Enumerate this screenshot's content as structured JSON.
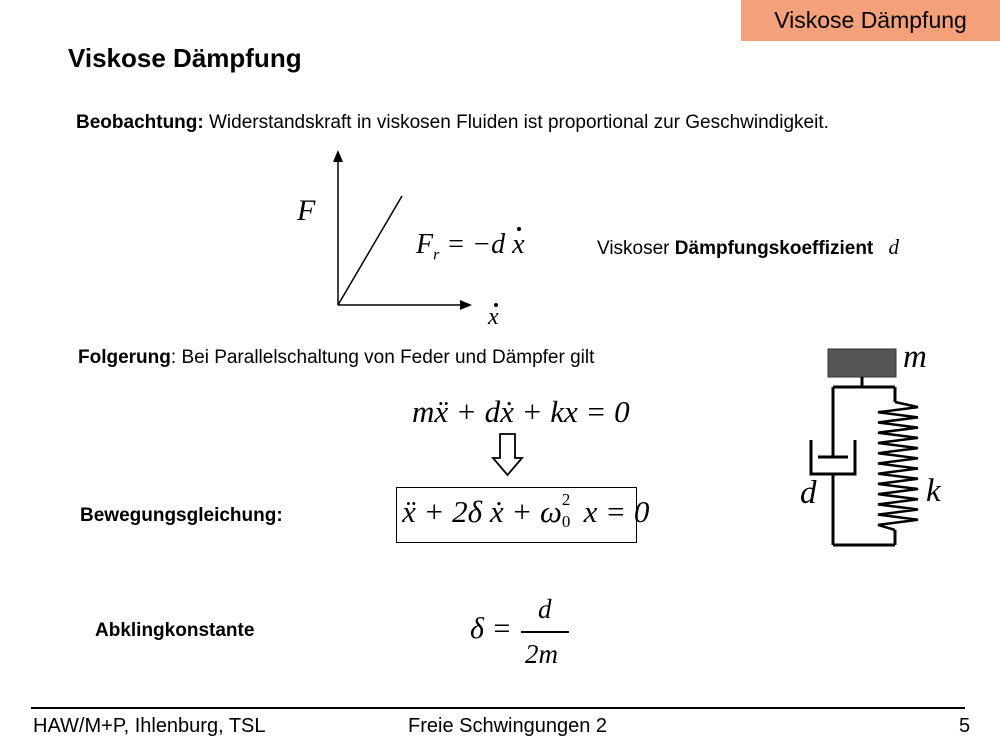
{
  "header": {
    "tag": "Viskose Dämpfung",
    "title": "Viskose Dämpfung"
  },
  "observation": {
    "label": "Beobachtung:",
    "text": " Widerstandskraft in viskosen Fluiden ist proportional zur Geschwindigkeit."
  },
  "graph": {
    "y_label": "F",
    "x_label": "x",
    "formula_F": "F",
    "formula_sub": "r",
    "formula_rest": " = −d ",
    "formula_x": "x"
  },
  "coefficient": {
    "prefix": "Viskoser ",
    "bold": "Dämpfungskoeffizient",
    "symbol": "d"
  },
  "conclusion": {
    "label": "Folgerung",
    "text": ": Bei Parallelschaltung von Feder und Dämpfer gilt"
  },
  "equations": {
    "main": "mẍ + dẋ + kx = 0",
    "motion_label": "Bewegungsgleichung:",
    "motion_a": "ẍ + 2δ ẋ + ω",
    "motion_sup": "2",
    "motion_sub": "0",
    "motion_b": " x = 0"
  },
  "decay": {
    "label": "Abklingkonstante",
    "lhs": "δ =",
    "numerator": "d",
    "denominator": "2m"
  },
  "diagram": {
    "mass": "m",
    "damper": "d",
    "spring": "k"
  },
  "footer": {
    "left": "HAW/M+P, Ihlenburg, TSL",
    "center": "Freie Schwingungen 2",
    "page": "5"
  }
}
